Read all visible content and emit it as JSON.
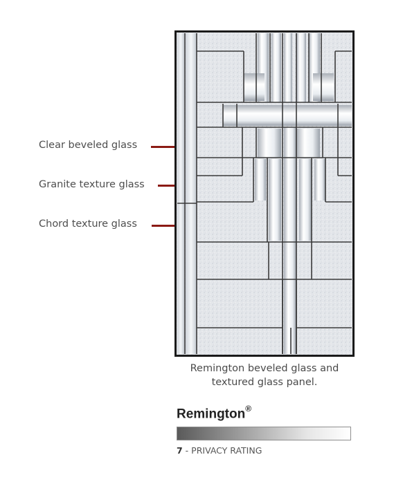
{
  "callouts": [
    {
      "label": "Clear beveled glass"
    },
    {
      "label": "Granite texture glass"
    },
    {
      "label": "Chord texture glass"
    }
  ],
  "caption": {
    "line1": "Remington beveled glass and",
    "line2": "textured glass panel."
  },
  "product": {
    "name": "Remington",
    "trademark": "®"
  },
  "privacy": {
    "level": 7,
    "level_text": "7",
    "separator": " - ",
    "label": "PRIVACY RATING"
  },
  "colors": {
    "callout_line": "#8b1a14",
    "frame": "#1a1a1a",
    "caming": "#3a3a3a"
  }
}
